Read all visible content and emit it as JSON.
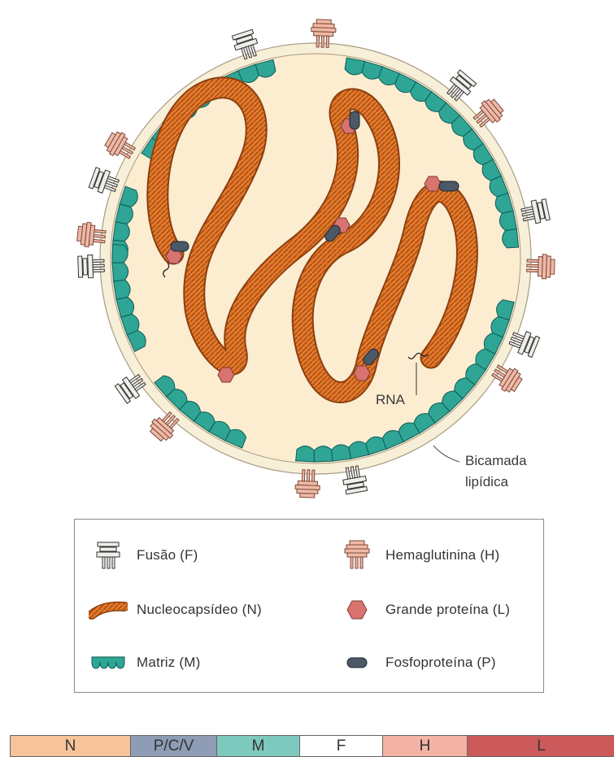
{
  "labels": {
    "rna": "RNA",
    "membrane_line1": "Bicamada",
    "membrane_line2": "lipídica"
  },
  "legend": {
    "items": [
      {
        "icon": "fusion-protein-icon",
        "label": "Fusão (F)"
      },
      {
        "icon": "hemagglutinin-icon",
        "label": "Hemaglutinina (H)"
      },
      {
        "icon": "nucleocapsid-icon",
        "label": "Nucleocapsídeo (N)"
      },
      {
        "icon": "large-protein-icon",
        "label": "Grande proteína (L)"
      },
      {
        "icon": "matrix-icon",
        "label": "Matriz (M)"
      },
      {
        "icon": "phosphoprotein-icon",
        "label": "Fosfoproteína (P)"
      }
    ]
  },
  "genome": {
    "segments": [
      {
        "label": "N",
        "color": "#f6c39a"
      },
      {
        "label": "P/C/V",
        "color": "#8e9db5"
      },
      {
        "label": "M",
        "color": "#7ec9bd"
      },
      {
        "label": "F",
        "color": "#ffffff"
      },
      {
        "label": "H",
        "color": "#f3b3a4"
      },
      {
        "label": "L",
        "color": "#cc5a5a"
      }
    ]
  },
  "colors": {
    "envelope": "#f8efd8",
    "interior": "#fcecd0",
    "matrix": "#2fa596",
    "nucleocapsid": "#e47a2c",
    "large_protein": "#d9736e",
    "phosphoprotein": "#4b5866",
    "hemagglutinin": "#e9a996"
  }
}
